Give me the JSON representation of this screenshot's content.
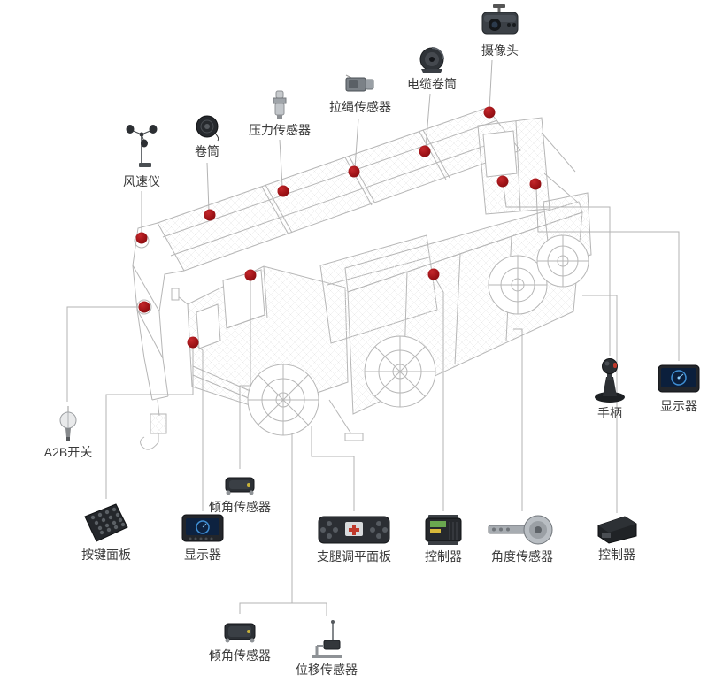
{
  "diagram": {
    "subject": "crane-sensor-system-diagram",
    "hotspot_count": 12
  },
  "colors": {
    "background": "#ffffff",
    "dot": "#9d1216",
    "connector_line": "#b3b3b3",
    "label_text": "#3a3a3a",
    "wireframe": "#b6b6b6"
  },
  "components": {
    "camera": {
      "label": "摄像头"
    },
    "cable_reel": {
      "label": "电缆卷筒"
    },
    "rope_sensor": {
      "label": "拉绳传感器"
    },
    "pressure_sensor": {
      "label": "压力传感器"
    },
    "reel": {
      "label": "卷筒"
    },
    "anemometer": {
      "label": "风速仪"
    },
    "a2b_switch": {
      "label": "A2B开关"
    },
    "keypad": {
      "label": "按键面板"
    },
    "display_left": {
      "label": "显示器"
    },
    "tilt_sensor_upper": {
      "label": "倾角传感器"
    },
    "outrigger_panel": {
      "label": "支腿调平面板"
    },
    "controller_left": {
      "label": "控制器"
    },
    "angle_sensor": {
      "label": "角度传感器"
    },
    "controller_right": {
      "label": "控制器"
    },
    "joystick": {
      "label": "手柄"
    },
    "display_right": {
      "label": "显示器"
    },
    "tilt_sensor_lower": {
      "label": "倾角传感器"
    },
    "displacement_sensor": {
      "label": "位移传感器"
    }
  }
}
